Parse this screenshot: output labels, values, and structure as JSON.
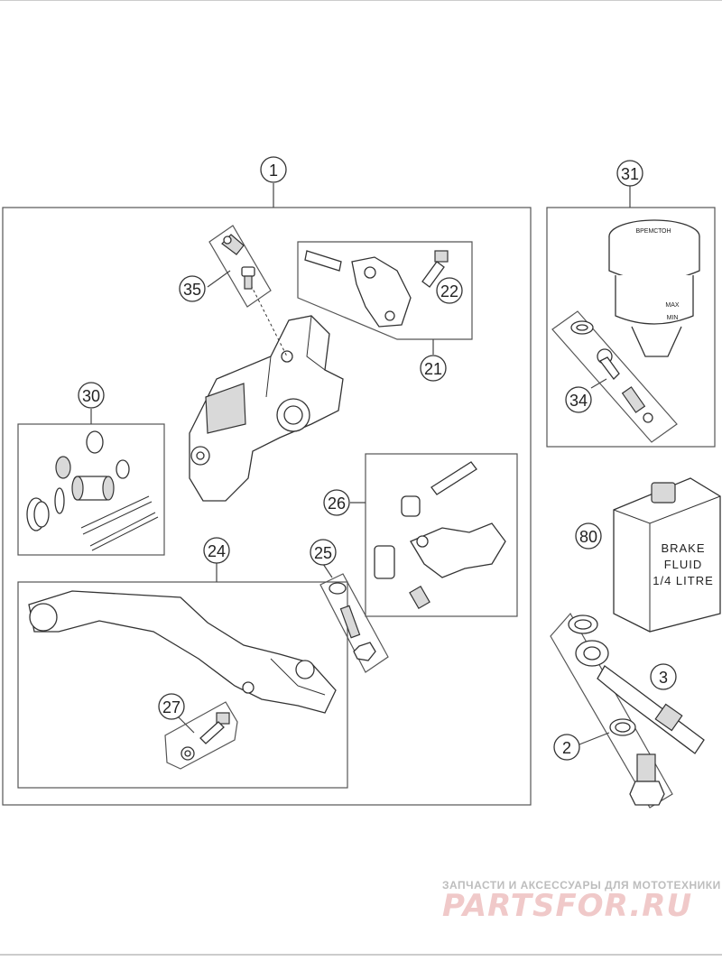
{
  "callouts": {
    "c1": "1",
    "c2": "2",
    "c3": "3",
    "c21": "21",
    "c22": "22",
    "c24": "24",
    "c25": "25",
    "c26": "26",
    "c27": "27",
    "c30": "30",
    "c31": "31",
    "c34": "34",
    "c35": "35",
    "c80": "80"
  },
  "bottle": {
    "line1": "BRAKE",
    "line2": "FLUID",
    "line3": "1/4 LITRE"
  },
  "reservoir": {
    "max": "MAX",
    "min": "MIN"
  },
  "watermark": {
    "tagline": "ЗАПЧАСТИ И АКСЕССУАРЫ ДЛЯ МОТОТЕХНИКИ",
    "brand": "PARTSFOR.RU"
  },
  "colors": {
    "line": "#333333",
    "shade": "#d9d9d9",
    "watermark": "#f0c9c9"
  }
}
